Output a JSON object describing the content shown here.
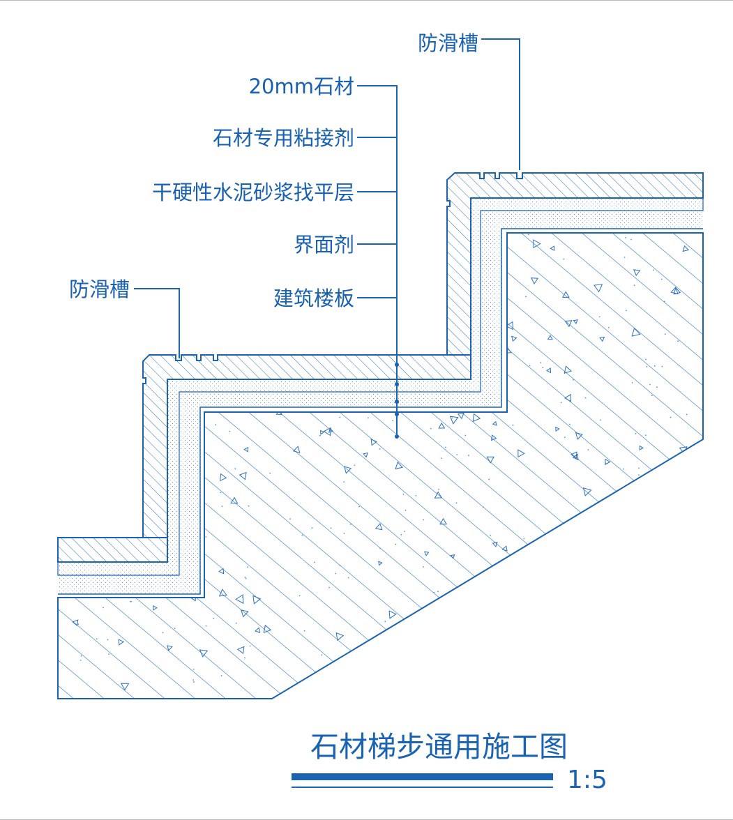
{
  "labels": {
    "anti_slip_top": "防滑槽",
    "stone": "20mm石材",
    "adhesive": "石材专用粘接剂",
    "mortar": "干硬性水泥砂浆找平层",
    "interface": "界面剂",
    "slab": "建筑楼板",
    "anti_slip_left": "防滑槽"
  },
  "title": {
    "main": "石材梯步通用施工图",
    "scale": "1:5"
  },
  "colors": {
    "line": "#1a62b2",
    "hatch": "#2a6fbf",
    "dots": "#5a8fd0",
    "background": "#ffffff"
  }
}
